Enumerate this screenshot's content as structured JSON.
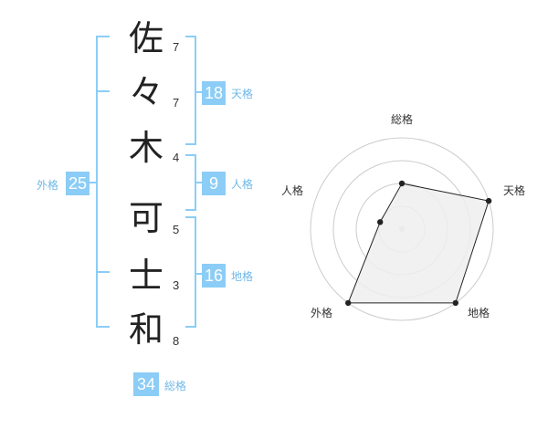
{
  "name_chars": [
    {
      "char": "佐",
      "strokes": "7"
    },
    {
      "char": "々",
      "strokes": "7"
    },
    {
      "char": "木",
      "strokes": "4"
    },
    {
      "char": "可",
      "strokes": "5"
    },
    {
      "char": "士",
      "strokes": "3"
    },
    {
      "char": "和",
      "strokes": "8"
    }
  ],
  "kaku": {
    "tenkaku": {
      "value": "18",
      "label": "天格"
    },
    "jinkaku": {
      "value": "9",
      "label": "人格"
    },
    "chikaku": {
      "value": "16",
      "label": "地格"
    },
    "gaikaku": {
      "value": "25",
      "label": "外格"
    },
    "soukaku": {
      "value": "34",
      "label": "総格"
    }
  },
  "colors": {
    "accent": "#8bcdf6",
    "bracket": "#8bcdf6",
    "ring": "#cccccc",
    "fill": "#eeeeee",
    "stroke": "#222222"
  },
  "chart_data": {
    "type": "radar",
    "axes": [
      "総格",
      "天格",
      "地格",
      "外格",
      "人格"
    ],
    "range": [
      0,
      4
    ],
    "values": [
      2,
      4,
      4,
      4,
      1
    ]
  }
}
